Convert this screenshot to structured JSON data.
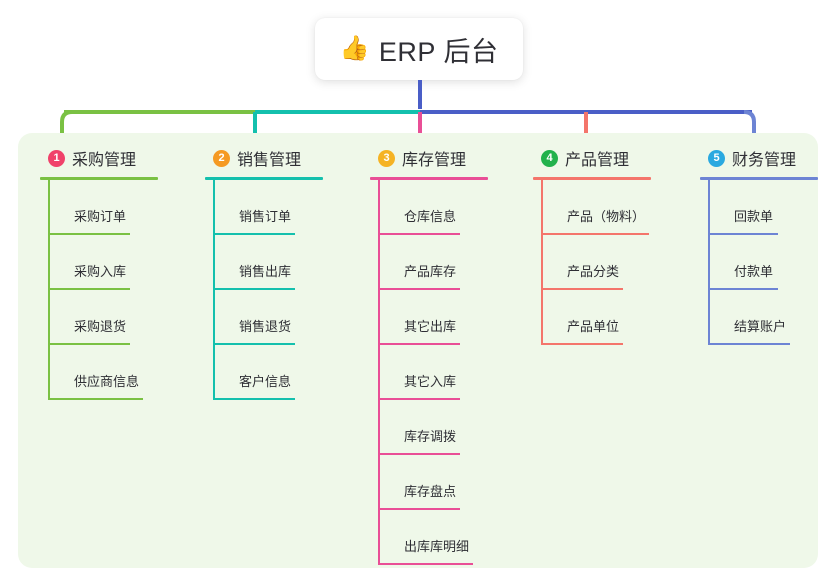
{
  "title": {
    "icon": "thumbs-up-icon",
    "emoji": "👍",
    "text": "ERP 后台"
  },
  "colors": {
    "panel_background": "#eff8e9",
    "page_background": "#ffffff",
    "trunk": "#4a5ec7",
    "bus_green": "#7ac143",
    "bus_teal": "#14c0ad",
    "bus_blue": "#4a5ec7",
    "text": "#2f2f35"
  },
  "columns": [
    {
      "number": "1",
      "label": "采购管理",
      "badge_color": "#f0426a",
      "line_color": "#7ac143",
      "rule_width": 118,
      "items": [
        {
          "label": "采购订单",
          "rule_width": 82
        },
        {
          "label": "采购入库",
          "rule_width": 82
        },
        {
          "label": "采购退货",
          "rule_width": 82
        },
        {
          "label": "供应商信息",
          "rule_width": 95
        }
      ]
    },
    {
      "number": "2",
      "label": "销售管理",
      "badge_color": "#f59a23",
      "line_color": "#14c0ad",
      "rule_width": 118,
      "items": [
        {
          "label": "销售订单",
          "rule_width": 82
        },
        {
          "label": "销售出库",
          "rule_width": 82
        },
        {
          "label": "销售退货",
          "rule_width": 82
        },
        {
          "label": "客户信息",
          "rule_width": 82
        }
      ]
    },
    {
      "number": "3",
      "label": "库存管理",
      "badge_color": "#f5b324",
      "line_color": "#e94f96",
      "rule_width": 118,
      "items": [
        {
          "label": "仓库信息",
          "rule_width": 82
        },
        {
          "label": "产品库存",
          "rule_width": 82
        },
        {
          "label": "其它出库",
          "rule_width": 82
        },
        {
          "label": "其它入库",
          "rule_width": 82
        },
        {
          "label": "库存调拨",
          "rule_width": 82
        },
        {
          "label": "库存盘点",
          "rule_width": 82
        },
        {
          "label": "出库库明细",
          "rule_width": 95
        }
      ]
    },
    {
      "number": "4",
      "label": "产品管理",
      "badge_color": "#22b24c",
      "line_color": "#f4756b",
      "rule_width": 118,
      "items": [
        {
          "label": "产品（物料）",
          "rule_width": 108
        },
        {
          "label": "产品分类",
          "rule_width": 82
        },
        {
          "label": "产品单位",
          "rule_width": 82
        }
      ]
    },
    {
      "number": "5",
      "label": "财务管理",
      "badge_color": "#2aa9e0",
      "line_color": "#6d84d4",
      "rule_width": 118,
      "items": [
        {
          "label": "回款单",
          "rule_width": 70
        },
        {
          "label": "付款单",
          "rule_width": 70
        },
        {
          "label": "结算账户",
          "rule_width": 82
        }
      ]
    }
  ],
  "layout": {
    "column_x": [
      40,
      205,
      370,
      533,
      700
    ],
    "stub_x": [
      62,
      420,
      585,
      748,
      915
    ]
  }
}
